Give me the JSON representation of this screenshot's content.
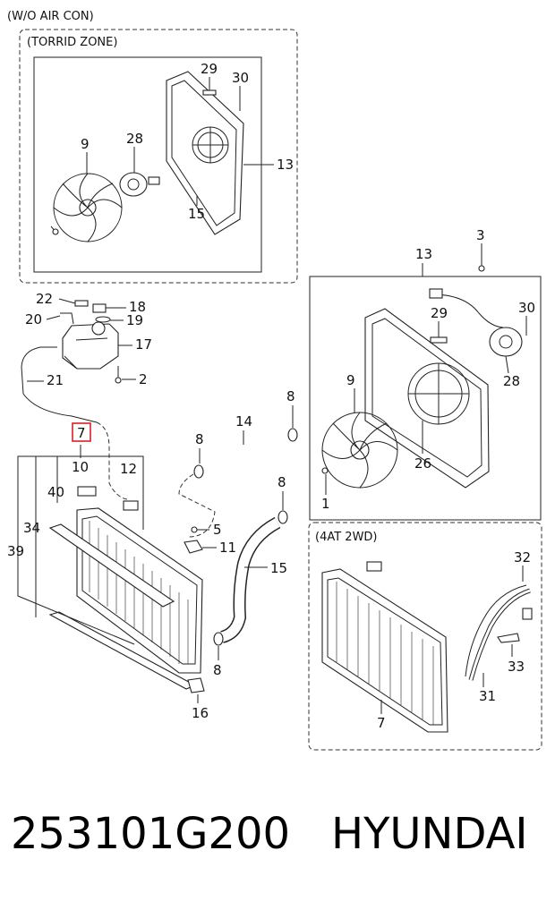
{
  "header": {
    "variant": "(W/O AIR CON)"
  },
  "sections": {
    "torrid_zone": "(TORRID ZONE)",
    "at_2wd": "(4AT 2WD)"
  },
  "callouts": {
    "c29a": "29",
    "c30a": "30",
    "c9a": "9",
    "c28a": "28",
    "c13a": "13",
    "c15a": "15",
    "c3": "3",
    "c13b": "13",
    "c29b": "29",
    "c30b": "30",
    "c9b": "9",
    "c28b": "28",
    "c26": "26",
    "c1": "1",
    "c22": "22",
    "c18": "18",
    "c20": "20",
    "c19": "19",
    "c17": "17",
    "c2": "2",
    "c21": "21",
    "c7": "7",
    "c10": "10",
    "c12": "12",
    "c40": "40",
    "c34": "34",
    "c39": "39",
    "c8a": "8",
    "c14": "14",
    "c8b": "8",
    "c8c": "8",
    "c5": "5",
    "c11": "11",
    "c15b": "15",
    "c8d": "8",
    "c16": "16",
    "c32": "32",
    "c33": "33",
    "c31": "31",
    "c7b": "7"
  },
  "footer": {
    "part_number": "253101G200",
    "brand": "HYUNDAI"
  },
  "colors": {
    "highlight": "#d81f26",
    "line": "#222222"
  }
}
